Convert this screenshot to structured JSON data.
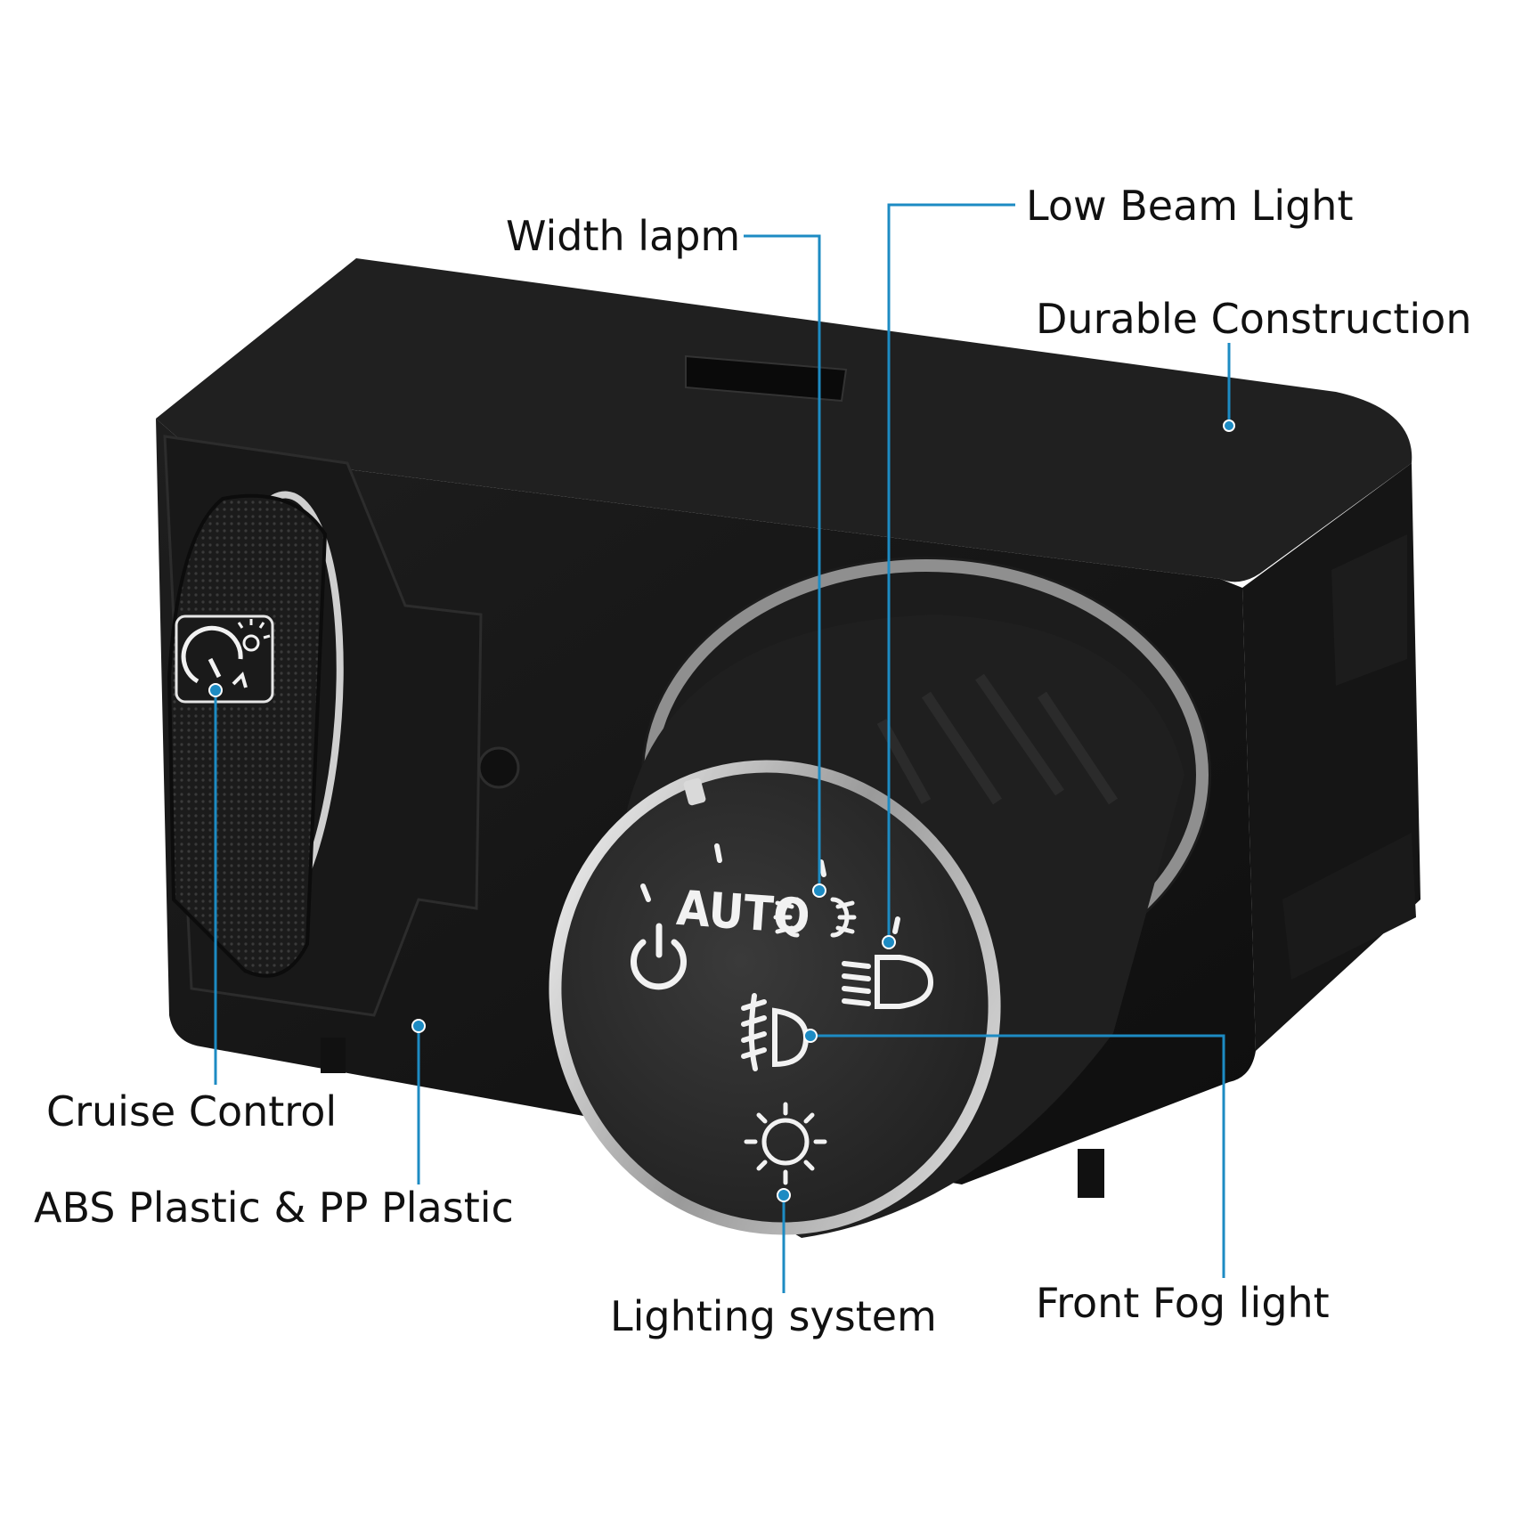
{
  "colors": {
    "leader": "#1d8bc3",
    "housing": "#141414",
    "housing_top": "#1c1c1c",
    "housing_edge": "#262626",
    "dial_face": "#2b2b2b",
    "chrome": "#d9d9d9",
    "symbol": "#f2f2f2"
  },
  "labels": {
    "width_lamp": "Width lapm",
    "low_beam": "Low Beam Light",
    "durable": "Durable Construction",
    "cruise": "Cruise Control",
    "abs_pp": "ABS Plastic & PP Plastic",
    "lighting": "Lighting system",
    "fog": "Front Fog light"
  },
  "dial": {
    "auto_text": "AUTO",
    "icons": [
      "power-icon",
      "parking-lamp-icon",
      "low-beam-icon",
      "fog-light-icon",
      "dome-light-icon"
    ]
  },
  "thumbwheel": {
    "icons": [
      "dimmer-gauge-icon"
    ]
  }
}
